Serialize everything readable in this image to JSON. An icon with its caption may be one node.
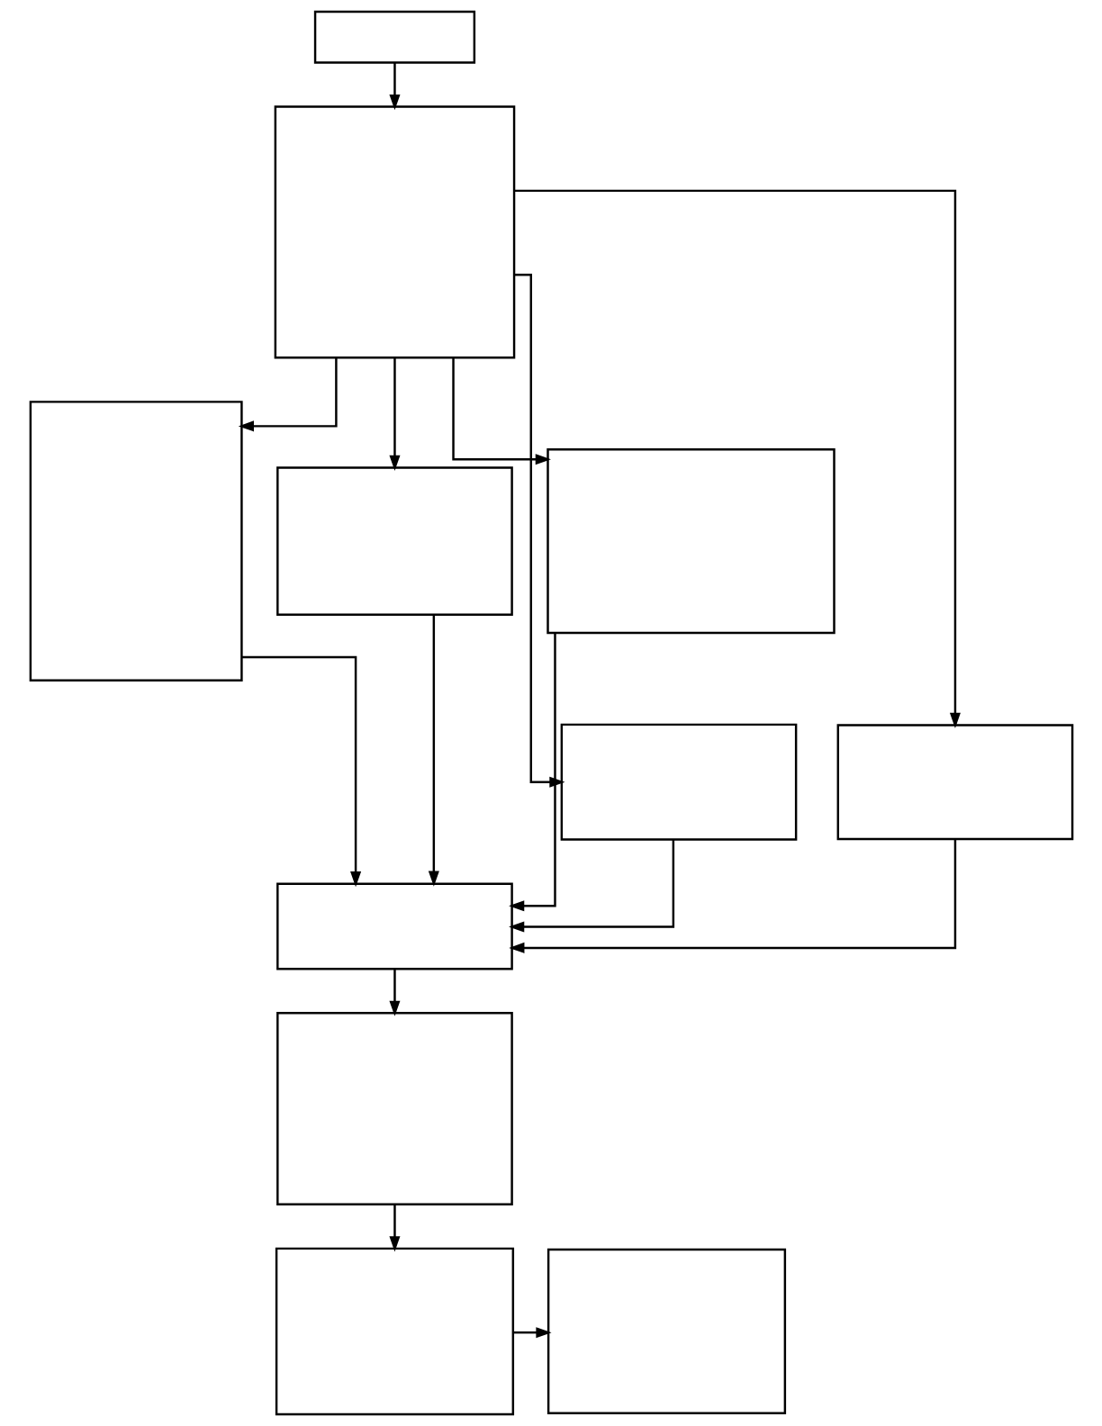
{
  "diagram": {
    "nodes": [
      {
        "text": [],
        "shape": "box"
      },
      {
        "text": [],
        "shape": "box"
      },
      {
        "text": [],
        "shape": "box"
      },
      {
        "text": [],
        "shape": "box"
      },
      {
        "text": [],
        "shape": "box"
      },
      {
        "text": [],
        "shape": "box"
      },
      {
        "text": [],
        "shape": "box"
      },
      {
        "text": [],
        "shape": "box"
      },
      {
        "text": [],
        "shape": "box"
      },
      {
        "text": [],
        "shape": "box"
      },
      {
        "text": [],
        "shape": "box"
      }
    ],
    "edges": [
      {
        "from": 0,
        "to": 1,
        "arrow": "to"
      },
      {
        "from": 1,
        "to": 2,
        "arrow": "to"
      },
      {
        "from": 1,
        "to": 4,
        "arrow": "to"
      },
      {
        "from": 1,
        "to": 3,
        "arrow": "to"
      },
      {
        "from": 1,
        "to": 5,
        "arrow": "to"
      },
      {
        "from": 1,
        "to": 6,
        "arrow": "to"
      },
      {
        "from": 2,
        "to": 7,
        "arrow": "to"
      },
      {
        "from": 4,
        "to": 7,
        "arrow": "to"
      },
      {
        "from": 5,
        "to": 7,
        "arrow": "to"
      },
      {
        "from": 6,
        "to": 7,
        "arrow": "to"
      },
      {
        "from": 3,
        "to": 7,
        "arrow": "to"
      },
      {
        "from": 7,
        "to": 8,
        "arrow": "to"
      },
      {
        "from": 8,
        "to": 9,
        "arrow": "to"
      },
      {
        "from": 9,
        "to": 10,
        "arrow": "to"
      }
    ]
  }
}
